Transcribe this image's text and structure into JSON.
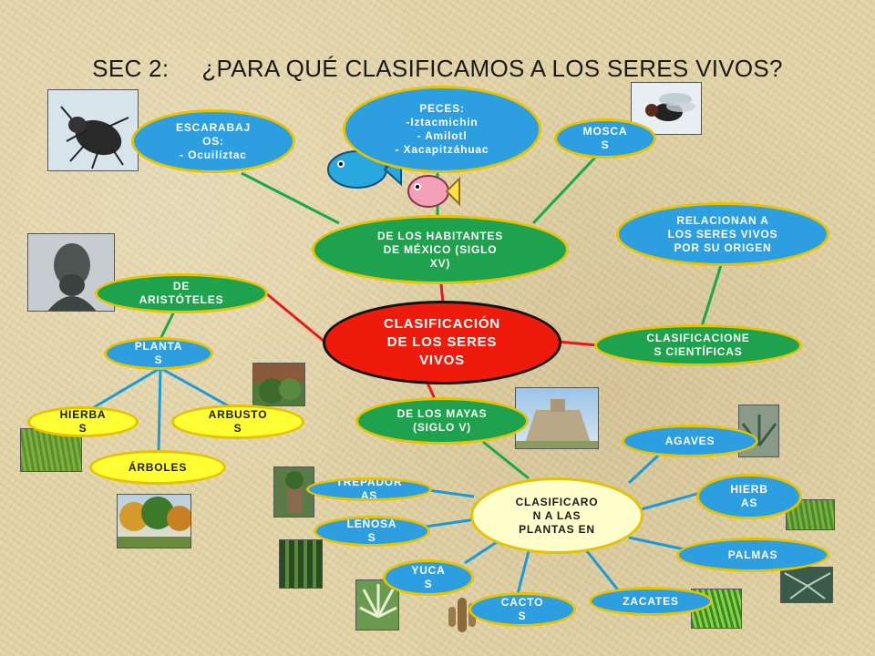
{
  "title": {
    "prefix": "SEC  2:",
    "text": "¿PARA QUÉ CLASIFICAMOS A LOS SERES VIVOS?"
  },
  "nodes": {
    "central": "CLASIFICACIÓN\nDE LOS SERES\nVIVOS",
    "habitantes": "DE LOS HABITANTES\nDE MÉXICO (SIGLO\nXV)",
    "escarabajos": "ESCARABAJ\nOS:\n- Ocuilíztac",
    "peces": "PECES:\n-Iztacmichin\n- Amilotl\n- Xacapitzáhuac",
    "mosca": "MOSCA\nS",
    "aristoteles": "DE\nARISTÓTELES",
    "plantas": "PLANTA\nS",
    "hierbas_left": "HIERBA\nS",
    "arbustos": "ARBUSTO\nS",
    "arboles": "ÁRBOLES",
    "cientificas": "CLASIFICACIONE\nS CIENTÍFICAS",
    "relacionan": "RELACIONAN A\nLOS SERES VIVOS\nPOR SU ORIGEN",
    "mayas": "DE LOS MAYAS\n(SIGLO V)",
    "clasificaron": "CLASIFICARO\nN A LAS\nPLANTAS EN",
    "agaves": "AGAVES",
    "hierbas_right": "HIERB\nAS",
    "palmas": "PALMAS",
    "zacates": "ZACATES",
    "cactos": "CACTO\nS",
    "yucas": "YUCA\nS",
    "lenosas": "LEÑOSA\nS",
    "trepadoras": "TREPADOR\nAS"
  },
  "colors": {
    "blue": "#2d9fe0",
    "green": "#1ea24e",
    "yellow": "#ffff33",
    "red": "#ee1b0c",
    "border": "#e6c200",
    "line_red": "#e61a1a",
    "line_green": "#1aa84a",
    "line_blue": "#1a9ad6"
  },
  "icons": [
    "beetle-photo",
    "fly-photo",
    "fish-clipart",
    "aristotle-bust-photo",
    "shrub-photo",
    "grass-photo",
    "trees-photo",
    "mayan-pyramid-photo",
    "agave-photo",
    "palm-photo",
    "cactus-photo",
    "yucca-photo"
  ]
}
